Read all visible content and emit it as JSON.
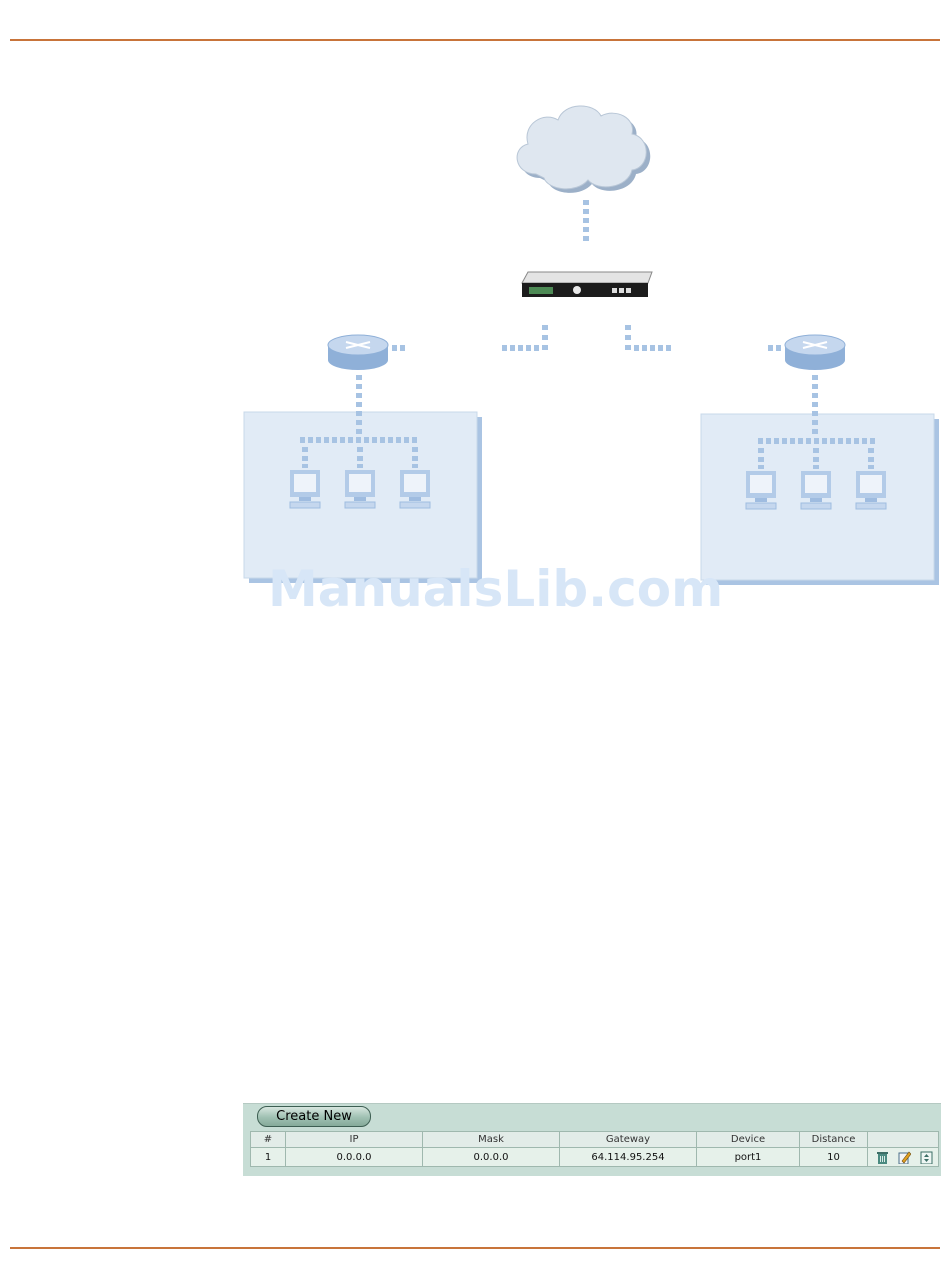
{
  "watermark": "ManualsLib.com",
  "route_table": {
    "create_label": "Create New",
    "columns": [
      "#",
      "IP",
      "Mask",
      "Gateway",
      "Device",
      "Distance",
      ""
    ],
    "rows": [
      {
        "num": "1",
        "ip": "0.0.0.0",
        "mask": "0.0.0.0",
        "gateway": "64.114.95.254",
        "device": "port1",
        "distance": "10"
      }
    ],
    "row_action_icons": [
      "delete-icon",
      "edit-icon",
      "move-icon"
    ]
  },
  "colors": {
    "rule": "#c8743a",
    "diagram_blue": "#9fbfe3",
    "network_panel": "#e1ebf6",
    "table_header_bg": "#c7ddd5"
  }
}
